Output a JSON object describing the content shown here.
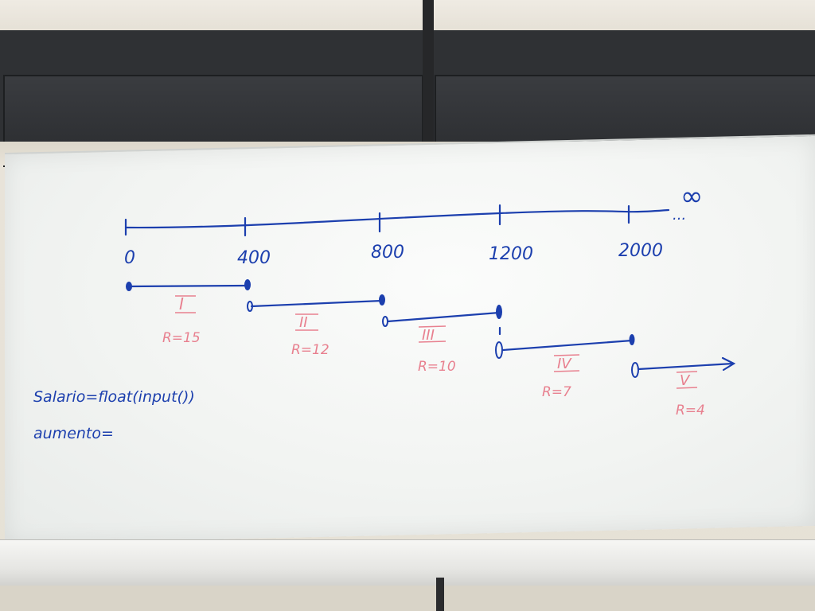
{
  "number_line": {
    "ticks": [
      "0",
      "400",
      "800",
      "1200",
      "2000"
    ],
    "infinity": "∞",
    "ellipsis": "..."
  },
  "brackets": [
    {
      "numeral": "I",
      "rate": "R=15"
    },
    {
      "numeral": "II",
      "rate": "R=12"
    },
    {
      "numeral": "III",
      "rate": "R=10"
    },
    {
      "numeral": "IV",
      "rate": "R=7"
    },
    {
      "numeral": "V",
      "rate": "R=4"
    }
  ],
  "code_lines": [
    "Salario=float(input())",
    "aumento="
  ],
  "colors": {
    "blue_marker": "#1c3fae",
    "red_marker": "#e8808f",
    "board": "#f4f5f4"
  }
}
